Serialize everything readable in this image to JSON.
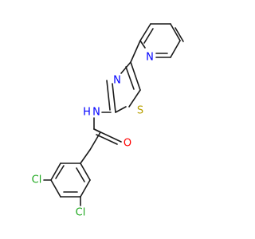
{
  "molecule": {
    "atoms": {
      "pyridine_n": "N",
      "thiazole_n": "N",
      "thiazole_s": "S",
      "amide_nh": "N",
      "amide_h": "H",
      "carbonyl_o": "O",
      "cl_meta": "Cl",
      "cl_para": "Cl"
    }
  },
  "colors": {
    "bond": "#1a1a1a",
    "carbon": "#1a1a1a",
    "nitrogen": "#0000ff",
    "oxygen": "#ff0000",
    "sulfur": "#b8a000",
    "chlorine": "#1ea81e"
  }
}
